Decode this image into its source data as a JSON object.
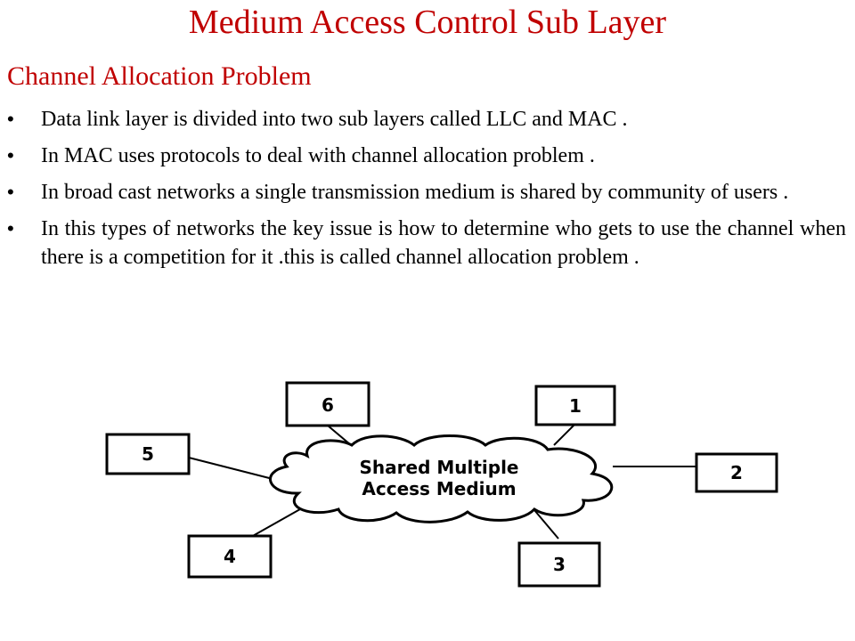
{
  "slide": {
    "title": "Medium Access Control Sub Layer",
    "subtitle": "Channel Allocation Problem",
    "bullet_char": "•",
    "bullets": [
      "Data link layer is divided into two sub layers called LLC and MAC .",
      "In MAC uses protocols to deal with channel allocation problem .",
      "In broad cast networks a single transmission medium is shared by community of users .",
      "In this types of networks the key issue is how to determine who gets to use the channel when there is a competition for it .this is called channel allocation problem ."
    ],
    "title_color": "#c00000"
  },
  "diagram": {
    "medium_label_line1": "Shared Multiple",
    "medium_label_line2": "Access Medium",
    "nodes": [
      "6",
      "1",
      "5",
      "2",
      "4",
      "3"
    ]
  }
}
